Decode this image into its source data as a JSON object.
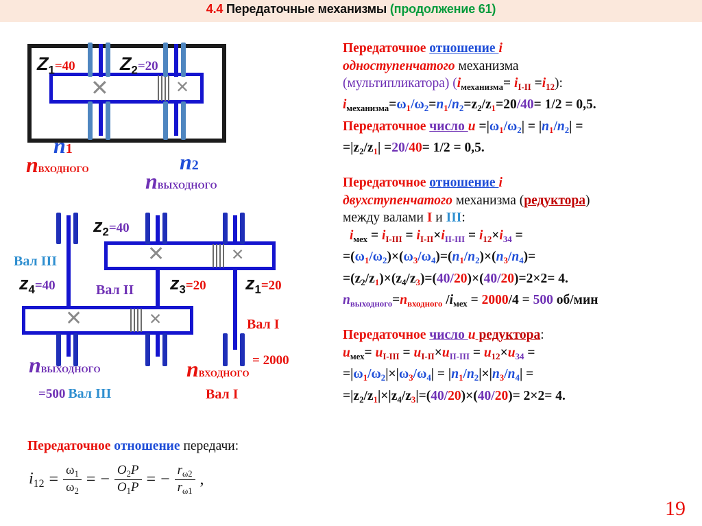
{
  "header": {
    "number": "4.4",
    "title": "Передаточные механизмы",
    "continuation": "(продолжение 61)"
  },
  "page_number": "19",
  "diagram1": {
    "name": "single-stage-multiplier",
    "labels": {
      "z1": "Z",
      "z1_sub": "1",
      "z1_val": "=40",
      "z2": "Z",
      "z2_sub": "2",
      "z2_val": "=20",
      "n1": "n",
      "n1_sub": "1",
      "n_in": "n",
      "n_in_sub": "входного",
      "n2": "n",
      "n2_sub": "2",
      "n_out": "n",
      "n_out_sub": "выходного"
    }
  },
  "diagram2": {
    "name": "two-stage-reducer",
    "labels": {
      "z2": "z",
      "z2_sub": "2",
      "z2_val": "=40",
      "z4": "z",
      "z4_sub": "4",
      "z4_val": "=40",
      "z3": "z",
      "z3_sub": "3",
      "z3_val": "=20",
      "z1": "z",
      "z1_sub": "1",
      "z1_val": "=20",
      "val3_top": "Вал III",
      "val2": "Вал II",
      "val1": "Вал I",
      "n_out": "n",
      "n_out_sub": "выходного",
      "n_out_val": "=500",
      "n_out_shaft": "Вал III",
      "n_in": "n",
      "n_in_sub": "входного",
      "n_in_val": "= 2000",
      "n_in_shaft": "Вал I"
    }
  },
  "right_column": {
    "block1": {
      "l1_a": "Передаточное ",
      "l1_b": "отношение ",
      "l1_c": "i",
      "l2_a": "одноступенчатого",
      "l2_b": " механизма",
      "l3_a": "(мультипликатора) (",
      "l3_b": "i",
      "l3_sub": "механизма",
      "l3_c": "= ",
      "l3_d": "i",
      "l3_e": "I-II",
      "l3_f": " =",
      "l3_g": "i",
      "l3_h": "12",
      "l3_i": "):",
      "l4_a": "i",
      "l4_sub": "механизма",
      "l4_b": "=",
      "l4_w1": "ω",
      "l4_w1s": "1",
      "l4_slash1": "/",
      "l4_w2": "ω",
      "l4_w2s": "2",
      "l4_eq2": "=",
      "l4_n1": "n",
      "l4_n1s": "1",
      "l4_slash2": "/",
      "l4_n2": "n",
      "l4_n2s": "2",
      "l4_eq3": "=",
      "l4_z2": "z",
      "l4_z2s": "2",
      "l4_slash3": "/",
      "l4_z1": "z",
      "l4_z1s": "1",
      "l4_eq4": "=",
      "l4_num": "20",
      "l4_div": "/",
      "l4_den": "40",
      "l4_rest": "= 1/2 = 0,5.",
      "l5_a": "Передаточное ",
      "l5_b": "число ",
      "l5_c": "u",
      "l5_d": " =|",
      "l5_w1": "ω",
      "l5_w1s": "1",
      "l5_s": "/",
      "l5_w2": "ω",
      "l5_w2s": "2",
      "l5_e": "| = |",
      "l5_n1": "n",
      "l5_n1s": "1",
      "l5_s2": "/",
      "l5_n2": "n",
      "l5_n2s": "2",
      "l5_f": "| =",
      "l6_a": "=|",
      "l6_z2": "z",
      "l6_z2s": "2",
      "l6_s": "/",
      "l6_z1": "z",
      "l6_z1s": "1",
      "l6_b": "| =",
      "l6_num": "20",
      "l6_div": "/",
      "l6_den": "40",
      "l6_rest": "= 1/2 = 0,5."
    },
    "block2": {
      "l1_a": "Передаточное ",
      "l1_b": "отношение ",
      "l1_c": "i",
      "l2_a": "двухступенчатого",
      "l2_b": " механизма (",
      "l2_c": "редуктора",
      "l2_d": ")",
      "l3_a": "между валами ",
      "l3_b": "I",
      "l3_c": " и ",
      "l3_d": "III",
      "l3_e": ":",
      "l4_i1": "i",
      "l4_s1": "мех",
      "l4_eq1": " = ",
      "l4_i2": "i",
      "l4_s2": "I-III",
      "l4_eq2": " = ",
      "l4_i3": "i",
      "l4_s3": "I-II",
      "l4_x1": "×",
      "l4_i4": "i",
      "l4_s4": "II-III",
      "l4_eq3": " = ",
      "l4_i5": "i",
      "l4_s5": "12",
      "l4_x2": "×",
      "l4_i6": "i",
      "l4_s6": "34",
      "l4_eq4": " =",
      "l5_a": "=(",
      "l5_w1": "ω",
      "l5_w1s": "1",
      "l5_s1": "/",
      "l5_w2": "ω",
      "l5_w2s": "2",
      "l5_b": ")×(",
      "l5_w3": "ω",
      "l5_w3s": "3",
      "l5_s2": "/",
      "l5_w4": "ω",
      "l5_w4s": "4",
      "l5_c": ")=(",
      "l5_n1": "n",
      "l5_n1s": "1",
      "l5_s3": "/",
      "l5_n2": "n",
      "l5_n2s": "2",
      "l5_d": ")×(",
      "l5_n3": "n",
      "l5_n3s": "3",
      "l5_s4": "/",
      "l5_n4": "n",
      "l5_n4s": "4",
      "l5_e": ")=",
      "l6_a": "=(",
      "l6_z2": "z",
      "l6_z2s": "2",
      "l6_s1": "/",
      "l6_z1": "z",
      "l6_z1s": "1",
      "l6_b": ")×(",
      "l6_z4": "z",
      "l6_z4s": "4",
      "l6_s2": "/",
      "l6_z3": "z",
      "l6_z3s": "3",
      "l6_c": ")=(",
      "l6_n1": "40",
      "l6_d1": "/",
      "l6_n2": "20",
      "l6_d": ")×(",
      "l6_n3": "40",
      "l6_d2": "/",
      "l6_n4": "20",
      "l6_e": ")=2×2= 4.",
      "l7_n1": "n",
      "l7_s1": "выходного",
      "l7_eq": "=",
      "l7_n2": "n",
      "l7_s2": "входного",
      "l7_div": " /",
      "l7_i": "i",
      "l7_s3": "мех",
      "l7_eq2": " = ",
      "l7_v1": "2000",
      "l7_sl": "/4 = ",
      "l7_v2": "500",
      "l7_unit": " об/мин"
    },
    "block3": {
      "l1_a": "Передаточное ",
      "l1_b": "число ",
      "l1_c": "u",
      "l1_d": " редуктора",
      "l1_e": ":",
      "l2_u1": "u",
      "l2_s1": "мех",
      "l2_eq1": "= ",
      "l2_u2": "u",
      "l2_s2": "I-III",
      "l2_eq2": " = ",
      "l2_u3": "u",
      "l2_s3": "I-II",
      "l2_x1": "×",
      "l2_u4": "u",
      "l2_s4": "II-III",
      "l2_eq3": " = ",
      "l2_u5": "u",
      "l2_s5": "12",
      "l2_x2": "×",
      "l2_u6": "u",
      "l2_s6": "34",
      "l2_eq4": " =",
      "l3_a": "=|",
      "l3_w1": "ω",
      "l3_w1s": "1",
      "l3_s1": "/",
      "l3_w2": "ω",
      "l3_w2s": "2",
      "l3_b": "|×|",
      "l3_w3": "ω",
      "l3_w3s": "3",
      "l3_s2": "/",
      "l3_w4": "ω",
      "l3_w4s": "4",
      "l3_c": "| = |",
      "l3_n1": "n",
      "l3_n1s": "1",
      "l3_s3": "/",
      "l3_n2": "n",
      "l3_n2s": "2",
      "l3_d": "|×|",
      "l3_n3": "n",
      "l3_n3s": "3",
      "l3_s4": "/",
      "l3_n4": "n",
      "l3_n4s": "4",
      "l3_e": "| =",
      "l4_a": "=|",
      "l4_z2": "z",
      "l4_z2s": "2",
      "l4_s1": "/",
      "l4_z1": "z",
      "l4_z1s": "1",
      "l4_b": "|×|",
      "l4_z4": "z",
      "l4_z4s": "4",
      "l4_s2": "/",
      "l4_z3": "z",
      "l4_z3s": "3",
      "l4_c": "|=(",
      "l4_v1": "40",
      "l4_d1": "/",
      "l4_v2": "20",
      "l4_d": ")×(",
      "l4_v3": "40",
      "l4_d2": "/",
      "l4_v4": "20",
      "l4_e": ")= 2×2= 4."
    }
  },
  "bottom": {
    "caption_a": "Передаточное ",
    "caption_b": "отношение ",
    "caption_c": "передачи:",
    "formula": {
      "lhs": "i",
      "lhs_sub": "12",
      "eq1": "=",
      "f1_num": "ω",
      "f1_num_sub": "1",
      "f1_den": "ω",
      "f1_den_sub": "2",
      "eq2": "=",
      "minus1": "−",
      "f2_num_a": "O",
      "f2_num_sub": "2",
      "f2_num_b": "P",
      "f2_den_a": "O",
      "f2_den_sub": "1",
      "f2_den_b": "P",
      "eq3": "=",
      "minus2": "−",
      "f3_num": "r",
      "f3_num_sub": "ω2",
      "f3_den": "r",
      "f3_den_sub": "ω1",
      "comma": ","
    }
  },
  "colors": {
    "red": "#e8120c",
    "dark_red": "#c00000",
    "blue": "#1f4ed8",
    "light_blue": "#2f8fd0",
    "purple": "#6f31b5",
    "green": "#069b3c",
    "header_band": "#fbe8dc",
    "gear_blue": "#1414cf",
    "bearing_blue": "#4f86c0",
    "housing_black": "#1b1b1b"
  }
}
